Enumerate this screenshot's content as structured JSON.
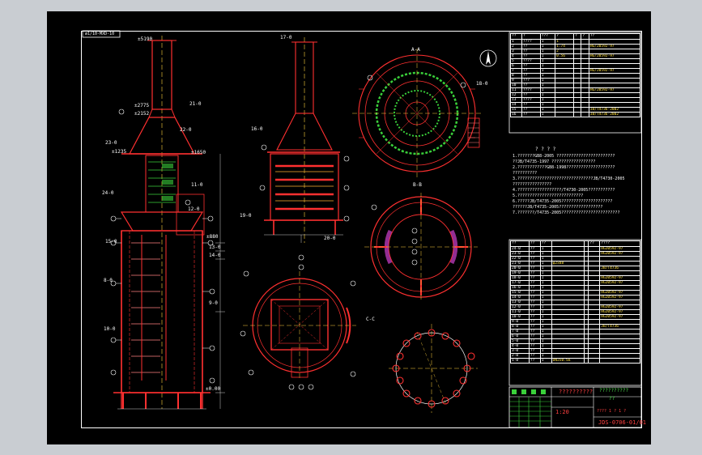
{
  "drawing": {
    "code_box": "ø1/10-MXD-10",
    "tags": {
      "t1": "21-0",
      "t2": "22-0",
      "t3": "23-0",
      "t4": "24-0",
      "t5": "11-0",
      "t6": "12-0",
      "t7": "13-0",
      "t8": "14-0",
      "t9": "15-0",
      "t10": "8-0",
      "t11": "9-0",
      "t12": "10-0",
      "t13": "16-0",
      "t14": "17-0",
      "t15": "18-0",
      "t16": "19-0",
      "t17": "20-0"
    },
    "section_labels": {
      "aa": "A-A",
      "bb": "B-B",
      "cc": "C-C"
    },
    "elevations": [
      "±5190",
      "±2775",
      "±2152",
      "±1650",
      "±1235",
      "±880",
      "±0.00"
    ]
  },
  "notes": {
    "title": "? ? ? ?",
    "lines": [
      "1.???????GB8-2005 ????????????????????????",
      "  ??JB/T4735-1997 ??????????????????",
      "2.????????????GB8-1998????????????????????",
      "  ??????????",
      "3.???????????????????????????????JB/T4730-2005",
      "  ????????????????",
      "4.??????????????????/T4730-2005???????????",
      "5.???????????????????????????",
      "6.?????JB/T4735-2005?????????????????????",
      "  ??????JB/T4735-2005??????????????????",
      "7.???????/T4735-2005????????????????????????"
    ]
  },
  "top_table": {
    "header": [
      "??",
      "?",
      "???",
      "?",
      "?",
      "?",
      "??"
    ],
    "rows": [
      [
        "1",
        "????",
        "1",
        "1",
        "",
        "",
        ""
      ],
      [
        "2",
        "??",
        "1",
        "1.74",
        "",
        "",
        "HG/20592-97"
      ],
      [
        "3",
        "??",
        "1",
        "2",
        "",
        "",
        ""
      ],
      [
        "4",
        "??",
        "1",
        "0.56",
        "",
        "",
        "HG/20592-97"
      ],
      [
        "5",
        "????",
        "1",
        "",
        "",
        "",
        ""
      ],
      [
        "6",
        "??",
        "1",
        "",
        "",
        "",
        ""
      ],
      [
        "7",
        "??",
        "1",
        "",
        "",
        "",
        "HG/20592-97"
      ],
      [
        "8",
        "??",
        "1",
        "",
        "",
        "",
        ""
      ],
      [
        "9",
        "???",
        "1",
        "",
        "",
        "",
        ""
      ],
      [
        "10",
        "??",
        "1",
        "",
        "",
        "",
        ""
      ],
      [
        "11",
        "????",
        "1",
        "",
        "",
        "",
        "HG/20592-97"
      ],
      [
        "12",
        "??",
        "1",
        "",
        "",
        "",
        ""
      ],
      [
        "13",
        "????",
        "1",
        "",
        "",
        "",
        ""
      ],
      [
        "14",
        "??",
        "1",
        "",
        "",
        "",
        ""
      ],
      [
        "15",
        "??",
        "1",
        "",
        "",
        "",
        "JB/T4736-2002"
      ],
      [
        "16",
        "??",
        "1",
        "",
        "",
        "",
        "JB/T4736-2002"
      ]
    ]
  },
  "bottom_table": {
    "header": [
      "??",
      "??",
      "??",
      "",
      "",
      "??",
      "????"
    ],
    "rows": [
      [
        "24-0",
        "??",
        "1",
        "",
        "",
        "",
        "HG20592-97"
      ],
      [
        "23-0",
        "??",
        "1",
        "",
        "",
        "",
        "HG20592-97"
      ],
      [
        "22-0",
        "??",
        "1",
        "",
        "",
        "",
        ""
      ],
      [
        "21-0",
        "??",
        "1",
        "φ2x88",
        "",
        "",
        ""
      ],
      [
        "20-0",
        "??",
        "1",
        "",
        "",
        "",
        "JB/T4736"
      ],
      [
        "19-0",
        "??",
        "1",
        "",
        "",
        "",
        ""
      ],
      [
        "18-0",
        "??",
        "1",
        "",
        "",
        "",
        "HG20592-97"
      ],
      [
        "17-0",
        "??",
        "1",
        "",
        "",
        "",
        "HG20592-97"
      ],
      [
        "16-0",
        "??",
        "1",
        "",
        "",
        "",
        ""
      ],
      [
        "15-0",
        "??",
        "1",
        "",
        "",
        "",
        "HG20592-97"
      ],
      [
        "14-0",
        "??",
        "1",
        "",
        "",
        "",
        "HG20592-97"
      ],
      [
        "13-0",
        "??",
        "1",
        "",
        "",
        "",
        ""
      ],
      [
        "12-0",
        "??",
        "1",
        "",
        "",
        "",
        "HG20592-97"
      ],
      [
        "11-0",
        "??",
        "1",
        "",
        "",
        "",
        "HG20592-97"
      ],
      [
        "10-0",
        "??",
        "1",
        "",
        "",
        "",
        "HG20592-97"
      ],
      [
        "9-0",
        "??",
        "1",
        "",
        "",
        "",
        ""
      ],
      [
        "8-0",
        "??",
        "1",
        "",
        "",
        "",
        "JB/T4736"
      ],
      [
        "7-0",
        "??",
        "1",
        "",
        "",
        "",
        ""
      ],
      [
        "6-0",
        "??",
        "1",
        "",
        "",
        "",
        ""
      ],
      [
        "5-0",
        "??",
        "1",
        "",
        "",
        "",
        ""
      ],
      [
        "4-0",
        "??",
        "1",
        "",
        "",
        "",
        ""
      ],
      [
        "3-0",
        "??",
        "1",
        "",
        "",
        "",
        ""
      ],
      [
        "2-0",
        "??",
        "1",
        "",
        "",
        "",
        ""
      ],
      [
        "1-0",
        "??",
        "1",
        "DN2x0.5m",
        "",
        "",
        ""
      ]
    ]
  },
  "title_block": {
    "company": "??????????",
    "drawing_name": "??????????",
    "sub": "??",
    "scale": "1:20",
    "drawing_no": "JDS-0706-01/01",
    "revision": "???? 1 ? 1 ?"
  }
}
